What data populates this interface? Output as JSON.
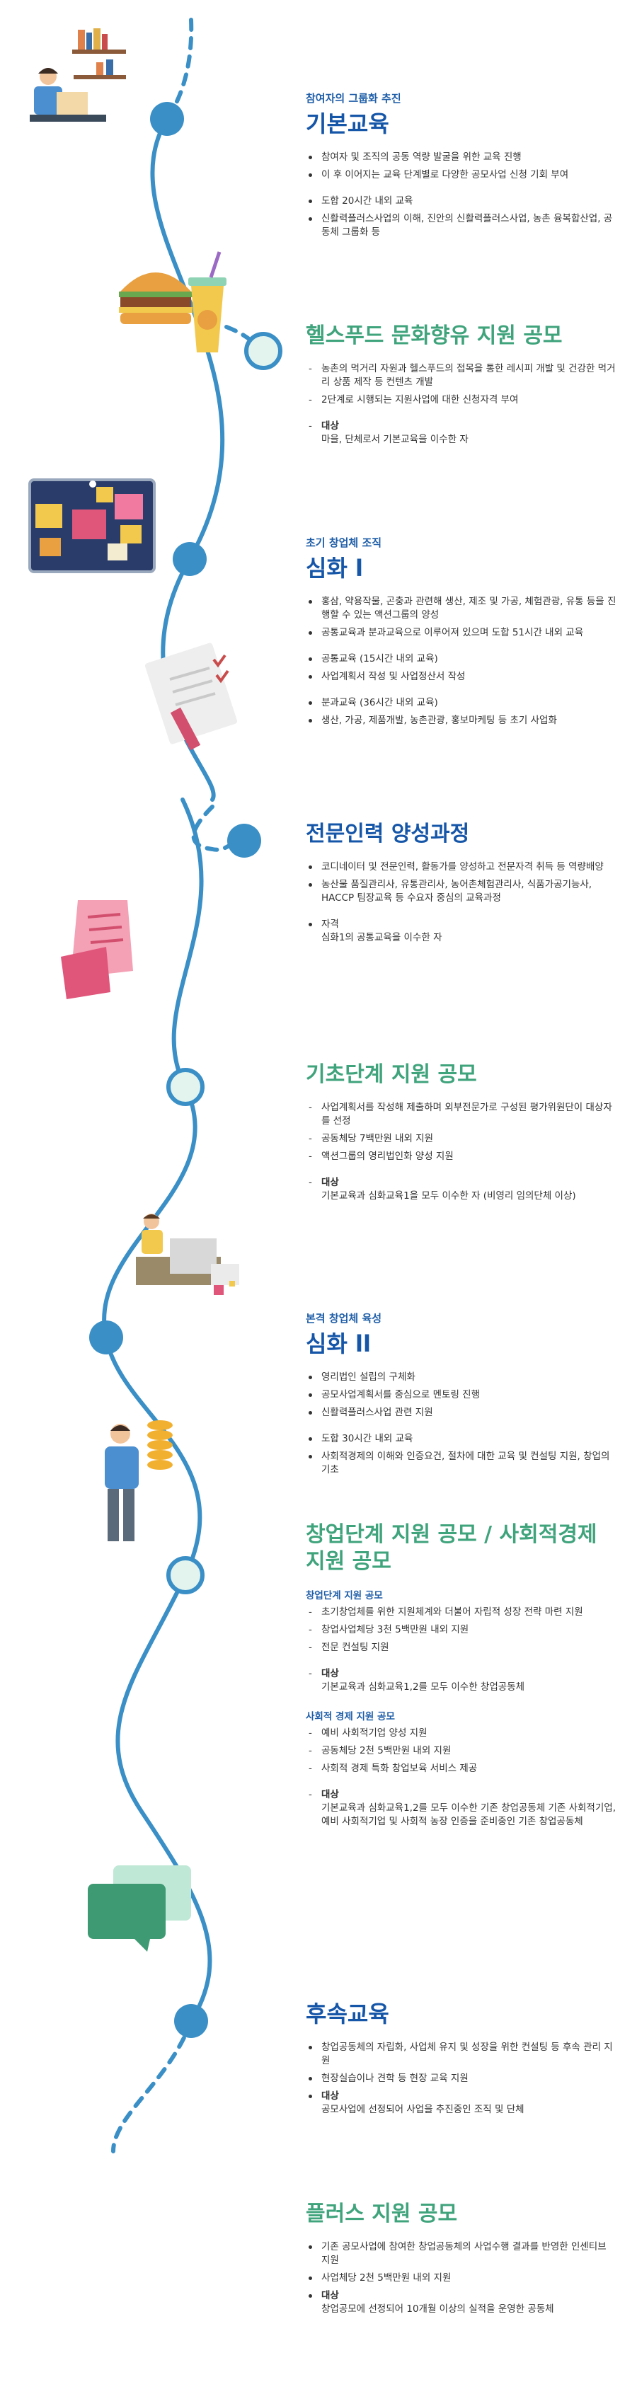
{
  "sections": [
    {
      "eyebrow": "참여자의 그룹화 추진",
      "title": "기본교육",
      "items": [
        {
          "text": "참여자 및 조직의 공동 역량 발굴을 위한 교육 진행"
        },
        {
          "text": "이 후 이어지는 교육 단계별로 다양한 공모사업 신청 기회 부여"
        },
        {
          "text": "도합 20시간 내외 교육"
        },
        {
          "text": "신활력플러스사업의 이해, 진안의 신활력플러스사업, 농촌 융복합산업, 공동체 그룹화 등"
        }
      ]
    },
    {
      "title": "헬스푸드 문화향유 지원 공모",
      "items": [
        {
          "text": "농촌의 먹거리 자원과 헬스푸드의 접목을 통한 레시피 개발 및 건강한 먹거리 상품 제작 등 컨텐츠 개발"
        },
        {
          "text": "2단계로 시행되는 지원사업에 대한 신청자격 부여"
        },
        {
          "label": "대상",
          "text": "마을, 단체로서 기본교육을 이수한 자"
        }
      ]
    },
    {
      "eyebrow": "초기 창업체 조직",
      "title": "심화 l",
      "items": [
        {
          "text": "홍삼, 약용작물, 곤충과 관련해 생산, 제조 및 가공, 체험관광, 유통 등을 진행할 수 있는 액션그룹의 양성"
        },
        {
          "text": "공통교육과 분과교육으로 이루어져 있으며 도합 51시간 내외 교육"
        },
        {
          "text": "공통교육 (15시간 내외 교육)"
        },
        {
          "text": "사업계획서 작성 및 사업정산서 작성"
        },
        {
          "text": "분과교육 (36시간 내외 교육)"
        },
        {
          "text": "생산, 가공, 제품개발, 농촌관광, 홍보마케팅 등 초기 사업화"
        }
      ]
    },
    {
      "title": "전문인력 양성과정",
      "items": [
        {
          "text": "코디네이터 및 전문인력, 활동가를 양성하고 전문자격 취득 등 역량배양"
        },
        {
          "text": "농산물 품질관리사, 유통관리사, 농어촌체험관리사, 식품가공기능사, HACCP 팀장교육 등 수요자 중심의 교육과정"
        },
        {
          "label": "자격",
          "text": "심화1의 공통교육을 이수한 자"
        }
      ]
    },
    {
      "title": "기초단계 지원 공모",
      "items": [
        {
          "text": "사업계획서를 작성해 제출하며 외부전문가로 구성된 평가위원단이 대상자를 선정"
        },
        {
          "text": "공동체당 7백만원 내외 지원"
        },
        {
          "text": "액션그룹의 영리법인화 양성 지원"
        },
        {
          "label": "대상",
          "text": "기본교육과 심화교육1을 모두 이수한 자 (비영리 임의단체 이상)"
        }
      ]
    },
    {
      "eyebrow": "본격 창업체 육성",
      "title": "심화 ll",
      "items": [
        {
          "text": "영리법인 설립의 구체화"
        },
        {
          "text": "공모사업계획서를 중심으로 멘토링 진행"
        },
        {
          "text": "신활력플러스사업 관련 지원"
        },
        {
          "text": "도합 30시간 내외 교육"
        },
        {
          "text": "사회적경제의 이해와 인증요건, 절차에 대한 교육 및 컨설팅 지원, 창업의 기초"
        }
      ]
    },
    {
      "title": "창업단계 지원 공모 / 사회적경제 지원 공모",
      "groups": [
        {
          "subhead": "창업단계 지원 공모",
          "items": [
            {
              "text": "초기창업체를 위한 지원체계와 더불어 자립적 성장 전략 마련 지원"
            },
            {
              "text": "창업사업체당 3천 5백만원 내외 지원"
            },
            {
              "text": "전문 컨설팅 지원"
            },
            {
              "label": "대상",
              "text": "기본교육과 심화교육1,2를 모두 이수한 창업공동체"
            }
          ]
        },
        {
          "subhead": "사회적 경제 지원 공모",
          "items": [
            {
              "text": "예비 사회적기업 양성 지원"
            },
            {
              "text": "공동체당 2천 5백만원 내외 지원"
            },
            {
              "text": "사회적 경제 특화 창업보육 서비스 제공"
            },
            {
              "label": "대상",
              "text": "기본교육과 심화교육1,2를 모두 이수한 기존 창업공동체 기존 사회적기업, 예비 사회적기업 및 사회적 농장 인증을 준비중인 기존 창업공동체"
            }
          ]
        }
      ]
    },
    {
      "title": "후속교육",
      "items": [
        {
          "text": "창업공동체의 자립화, 사업체 유지 및 성장을 위한 컨설팅 등 후속 관리 지원"
        },
        {
          "text": "현장실습이나 견학 등 현장 교육 지원"
        },
        {
          "label": "대상",
          "text": "공모사업에 선정되어 사업을 추진중인 조직 및 단체"
        }
      ]
    },
    {
      "title": "플러스 지원 공모",
      "items": [
        {
          "text": "기존 공모사업에 참여한 창업공동체의 사업수행 결과를 반영한 인센티브 지원"
        },
        {
          "text": "사업체당 2천 5백만원 내외 지원"
        },
        {
          "label": "대상",
          "text": "창업공모에 선정되어 10개월 이상의 실적을 운영한 공동체"
        }
      ]
    }
  ],
  "icons": [
    "person-at-desk-icon",
    "burger-and-drink-icon",
    "planning-board-icon",
    "document-and-pen-icon",
    "receipt-icon",
    "person-at-laptop-icon",
    "person-holding-coins-icon",
    "speech-bubbles-icon"
  ],
  "colors": {
    "route": "#3a8fc6",
    "milestone_fill": "#3a8fc6",
    "milestone_ring_fill": "#e3f4ee",
    "navy_title": "#1656a8",
    "teal_title": "#3fa37c",
    "eyebrow": "#1f5ea8"
  }
}
